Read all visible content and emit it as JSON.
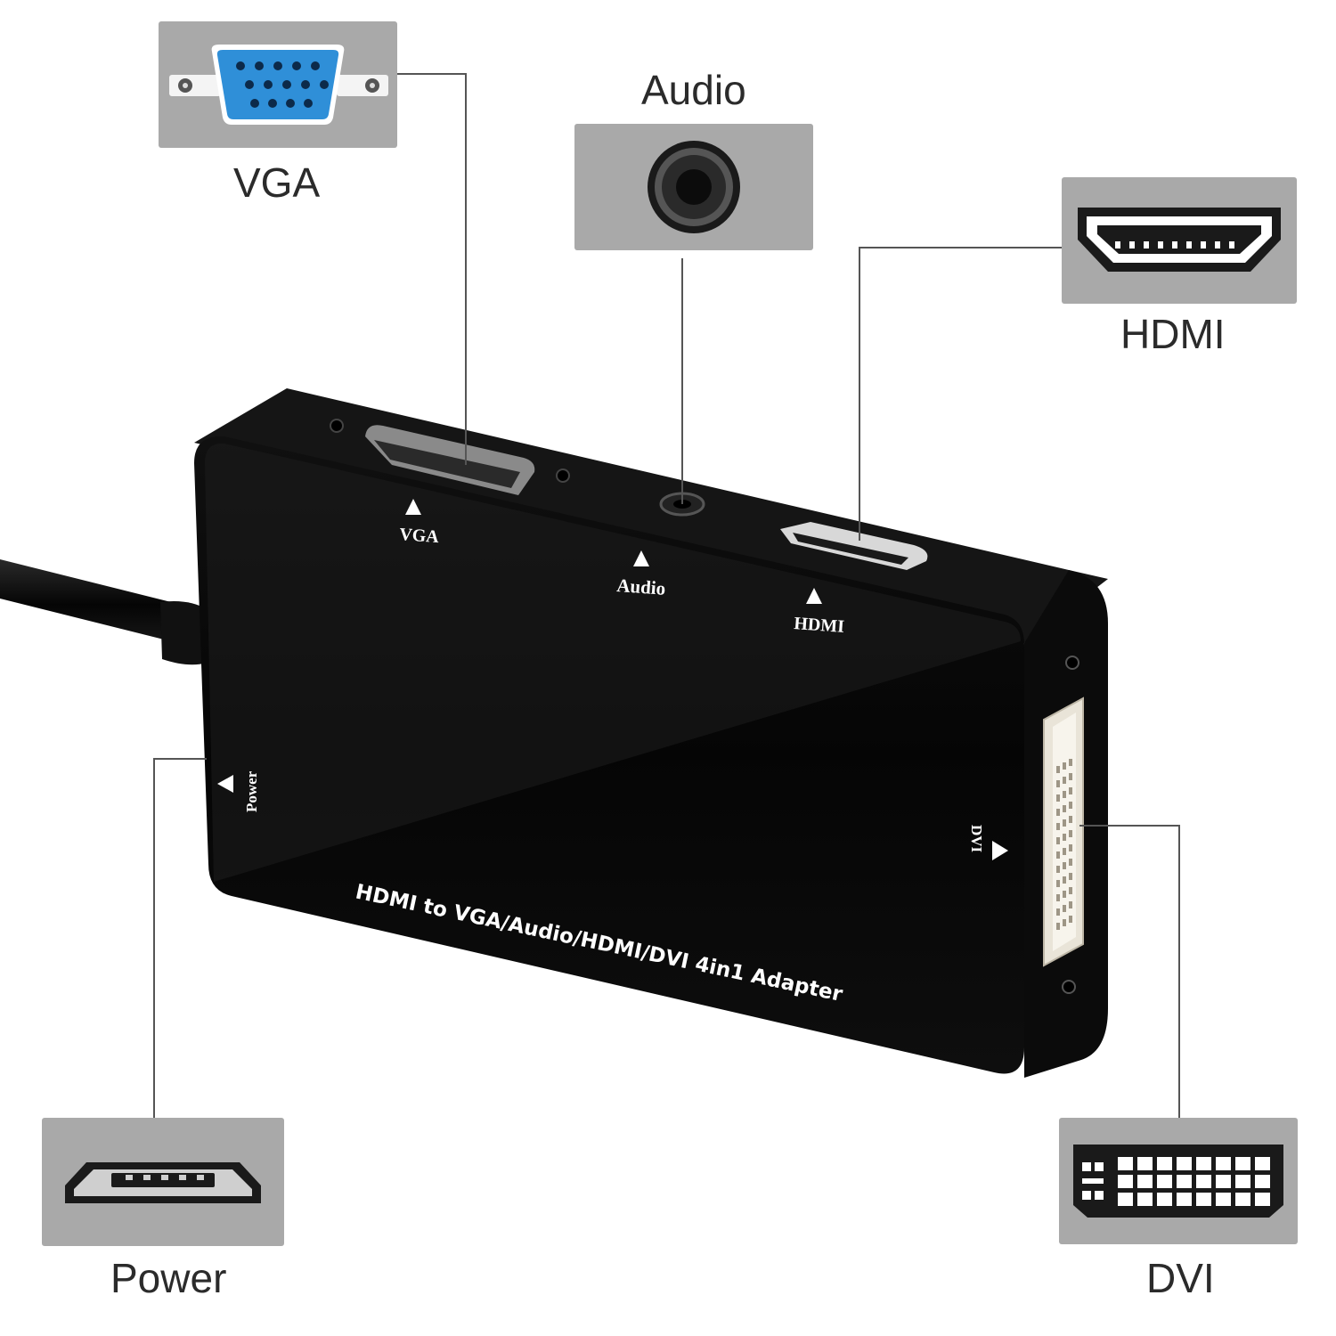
{
  "callouts": {
    "vga": "VGA",
    "audio": "Audio",
    "hdmi": "HDMI",
    "power": "Power",
    "dvi": "DVI"
  },
  "device": {
    "title": "HDMI to VGA/Audio/HDMI/DVI 4in1 Adapter",
    "port_labels": {
      "vga": "VGA",
      "audio": "Audio",
      "hdmi": "HDMI",
      "power": "Power",
      "dvi": "DVI"
    }
  },
  "colors": {
    "panel_gray": "#a9a9a9",
    "device_black": "#0a0a0a",
    "vga_blue": "#2f8fd8",
    "dvi_white": "#f2f2f2"
  }
}
